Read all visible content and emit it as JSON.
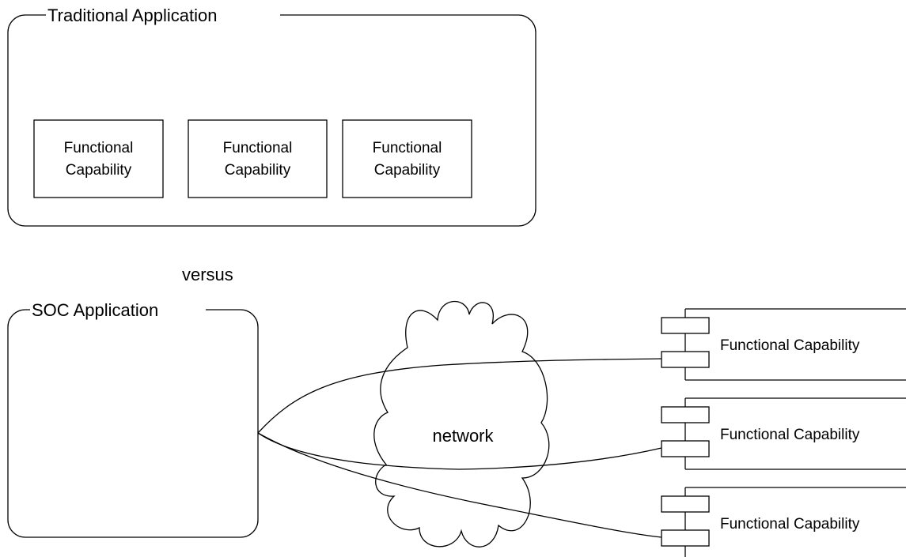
{
  "traditional": {
    "title": "Traditional Application",
    "capabilities": [
      {
        "line1": "Functional",
        "line2": "Capability"
      },
      {
        "line1": "Functional",
        "line2": "Capability"
      },
      {
        "line1": "Functional",
        "line2": "Capability"
      }
    ]
  },
  "versus_label": "versus",
  "soc": {
    "title": "SOC Application",
    "network_label": "network",
    "components": [
      {
        "label": "Functional Capability"
      },
      {
        "label": "Functional Capability"
      },
      {
        "label": "Functional Capability"
      }
    ]
  }
}
